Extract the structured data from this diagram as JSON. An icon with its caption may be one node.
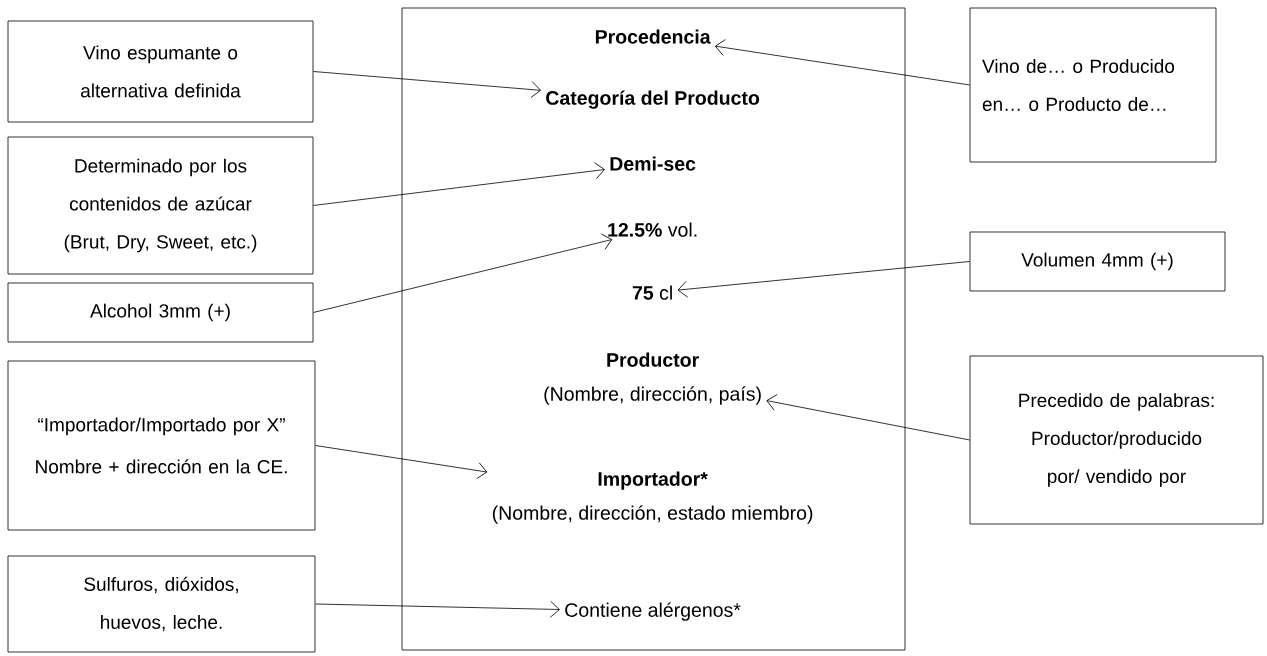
{
  "diagram": {
    "nodes": [
      {
        "text": [],
        "shape": "box"
      },
      {
        "text": [
          "Procedencia"
        ],
        "in": 0
      },
      {
        "text": [
          "Categoría del Producto"
        ],
        "in": 0
      },
      {
        "text": [
          "Demi-sec"
        ],
        "in": 0
      },
      {
        "text": [
          "**12.5%** vol."
        ],
        "in": 0
      },
      {
        "text": [
          "**75** cl"
        ],
        "in": 0
      },
      {
        "text": [
          "Productor",
          "(Nombre, dirección, país)"
        ],
        "in": 0
      },
      {
        "text": [
          "Importador*",
          "(Nombre, dirección, estado miembro)"
        ],
        "in": 0
      },
      {
        "text": [
          "Contiene alérgenos*"
        ],
        "in": 0
      },
      {
        "text": [
          "Vino espumante o alternativa definida"
        ]
      },
      {
        "text": [
          "Determinado por los contenidos de azúcar (Brut, Dry, Sweet, etc.)"
        ]
      },
      {
        "text": [
          "Alcohol 3mm (+)"
        ]
      },
      {
        "text": [
          "“Importador/Importado por X”",
          "Nombre + dirección en la CE."
        ]
      },
      {
        "text": [
          "Sulfuros, dióxidos, huevos, leche."
        ]
      },
      {
        "text": [
          "Vino de… o Producido en… o Producto de…"
        ]
      },
      {
        "text": [
          "Volumen 4mm (+)"
        ]
      },
      {
        "text": [
          "Precedido de palabras: Productor/producido por/ vendido por"
        ]
      }
    ],
    "edges": [
      {
        "from": 9,
        "to": 2,
        "arrow": "to"
      },
      {
        "from": 14,
        "to": 1,
        "arrow": "to"
      },
      {
        "from": 10,
        "to": 3,
        "arrow": "to"
      },
      {
        "from": 11,
        "to": 4,
        "arrow": "to"
      },
      {
        "from": 15,
        "to": 5,
        "arrow": "to"
      },
      {
        "from": 16,
        "to": 6,
        "arrow": "to"
      },
      {
        "from": 12,
        "to": 7,
        "arrow": "to"
      },
      {
        "from": 13,
        "to": 8,
        "arrow": "to"
      }
    ]
  }
}
